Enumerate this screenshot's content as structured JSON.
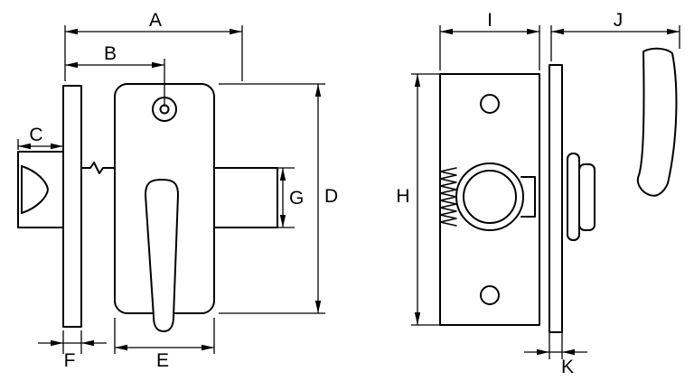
{
  "diagram": {
    "background_color": "#ffffff",
    "line_color": "#000000",
    "labels": {
      "A": "A",
      "B": "B",
      "C": "C",
      "D": "D",
      "E": "E",
      "F": "F",
      "G": "G",
      "H": "H",
      "I": "I",
      "J": "J",
      "K": "K"
    }
  }
}
